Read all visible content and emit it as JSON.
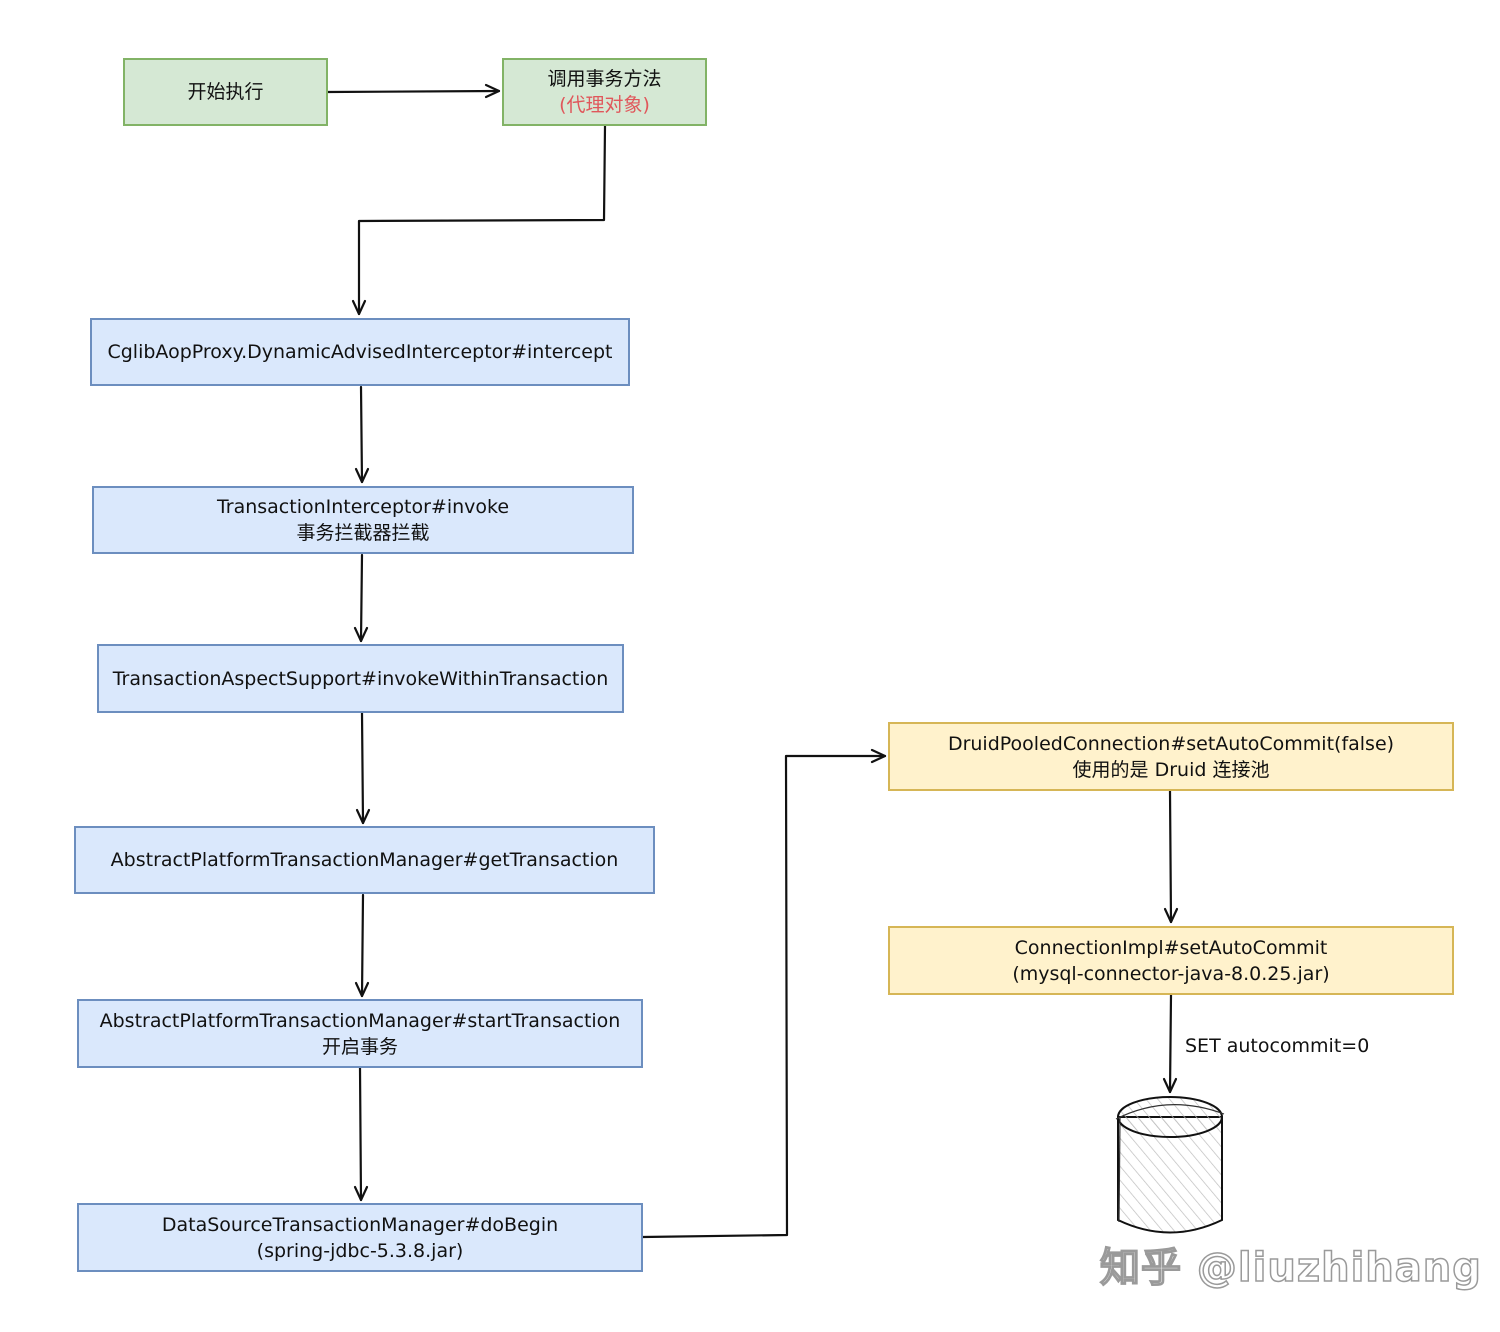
{
  "nodes": {
    "start": {
      "label": "开始执行"
    },
    "call": {
      "line1": "调用事务方法",
      "line2": "(代理对象)"
    },
    "cglib": {
      "label": "CglibAopProxy.DynamicAdvisedInterceptor#intercept"
    },
    "tx_interceptor": {
      "line1": "TransactionInterceptor#invoke",
      "line2": "事务拦截器拦截"
    },
    "aspect_support": {
      "label": "TransactionAspectSupport#invokeWithinTransaction"
    },
    "get_tx": {
      "label": "AbstractPlatformTransactionManager#getTransaction"
    },
    "start_tx": {
      "line1": "AbstractPlatformTransactionManager#startTransaction",
      "line2": "开启事务"
    },
    "do_begin": {
      "line1": "DataSourceTransactionManager#doBegin",
      "line2": "(spring-jdbc-5.3.8.jar)"
    },
    "druid": {
      "line1": "DruidPooledConnection#setAutoCommit(false)",
      "line2": "使用的是 Druid 连接池"
    },
    "conn_impl": {
      "line1": "ConnectionImpl#setAutoCommit",
      "line2": "(mysql-connector-java-8.0.25.jar)"
    }
  },
  "edges": {
    "sql_label": "SET autocommit=0"
  },
  "watermark": "知乎 @liuzhihang",
  "colors": {
    "green_fill": "#d5e8d4",
    "green_stroke": "#82b366",
    "blue_fill": "#dae8fc",
    "blue_stroke": "#6c8ebf",
    "yellow_fill": "#fff2cc",
    "yellow_stroke": "#d6b656",
    "highlight_text": "#e0575b"
  }
}
